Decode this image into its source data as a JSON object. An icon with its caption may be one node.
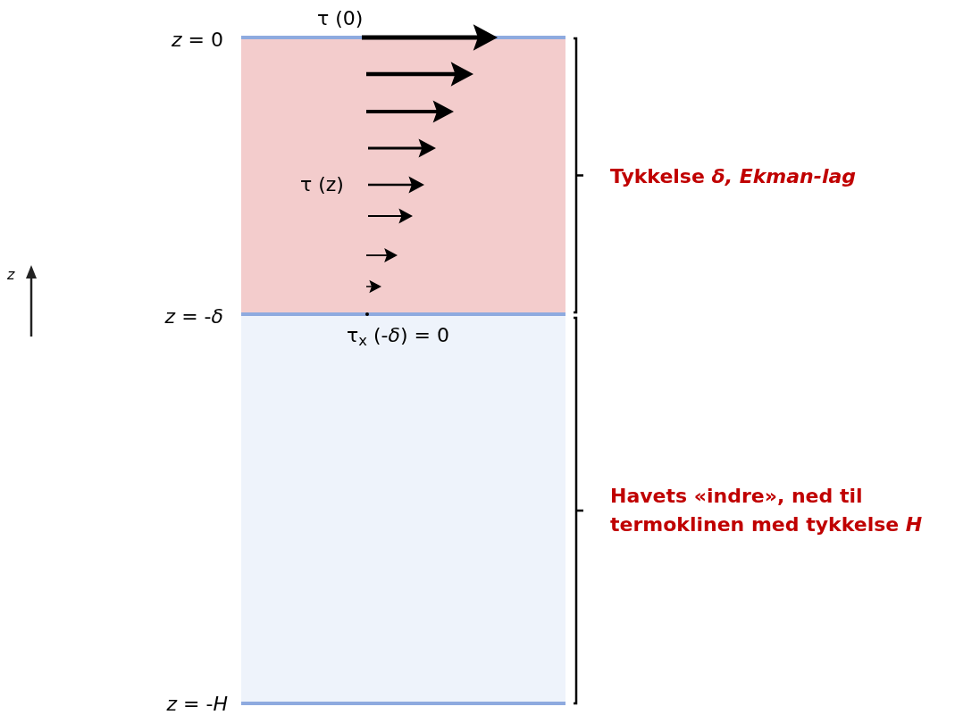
{
  "diagram": {
    "labels": [
      "τ (0)",
      "*z* = 0",
      "Tykkelse *δ, Ekman-lag*",
      "τ (z)",
      "*z*",
      "*z* = -*δ*",
      "τ$_{x}$ (-*δ*) = 0",
      "Havets «indre», ned til termoklinen med tykkelse *H*",
      "*z* = -*H*"
    ]
  }
}
